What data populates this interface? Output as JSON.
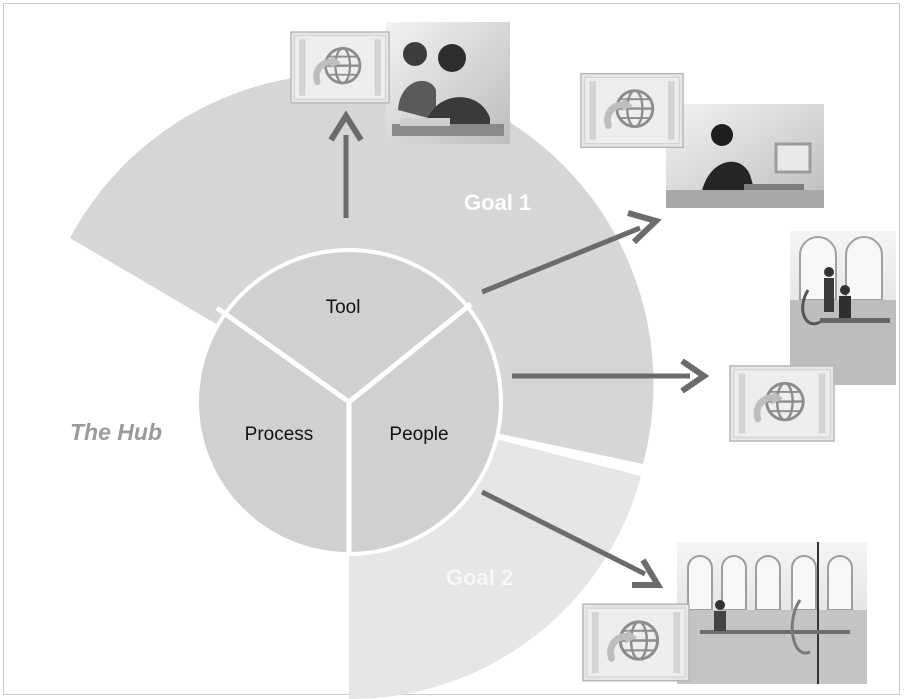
{
  "hub_label": "The Hub",
  "segments": {
    "tool": "Tool",
    "process": "Process",
    "people": "People"
  },
  "goals": {
    "goal1": "Goal 1",
    "goal2": "Goal 2"
  },
  "colors": {
    "background": "#ffffff",
    "wedge_upper": "#d6d6d6",
    "wedge_lower": "#e5e5e5",
    "hub_fill": "#d0d0d0",
    "hub_stroke": "#ffffff",
    "arrow": "#6b6b6b",
    "hub_label": "#9a9a9a",
    "goal_label": "#ffffff"
  },
  "icons": [
    "globe-icon",
    "globe-icon",
    "globe-icon",
    "globe-icon"
  ],
  "photos": [
    "office-photo-two-people-laptop",
    "office-photo-woman-at-computer",
    "office-photo-people-standing-by-windows",
    "office-photo-open-office-hall"
  ]
}
